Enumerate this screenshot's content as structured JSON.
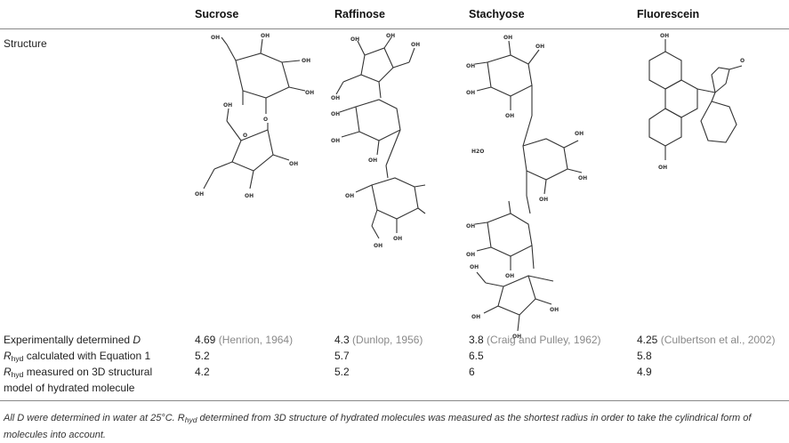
{
  "table": {
    "headers": [
      "Sucrose",
      "Raffinose",
      "Stachyose",
      "Fluorescein"
    ],
    "row_labels": {
      "structure": "Structure",
      "exp_d_text": "Experimentally determined ",
      "exp_d_var": "D",
      "rhyd_calc_R": "R",
      "rhyd_calc_sub": "hyd",
      "rhyd_calc_text": " calculated with Equation 1",
      "rhyd_meas_R": "R",
      "rhyd_meas_sub": "hyd",
      "rhyd_meas_text_1": " measured on 3D structural",
      "rhyd_meas_text_2": "model of hydrated molecule"
    },
    "exp_d": [
      {
        "value": "4.69",
        "ref": "(Henrion, 1964)"
      },
      {
        "value": "4.3",
        "ref": "(Dunlop, 1956)"
      },
      {
        "value": "3.8",
        "ref": "(Craig and Pulley, 1962)"
      },
      {
        "value": "4.25",
        "ref": "(Culbertson et al., 2002)"
      }
    ],
    "rhyd_calc": [
      "5.2",
      "5.7",
      "6.5",
      "5.8"
    ],
    "rhyd_meas": [
      "4.2",
      "5.2",
      "6",
      "4.9"
    ]
  },
  "footnote": {
    "part1": "All D were determined in water at 25°C. R",
    "sub": "hyd",
    "part2": " determined from 3D structure of hydrated molecules was measured as the shortest radius in order to take the cylindrical form of molecules into account."
  },
  "structure_labels": {
    "hydroxyl": "OH",
    "ring_oxygen": "O",
    "water": "H2O"
  }
}
